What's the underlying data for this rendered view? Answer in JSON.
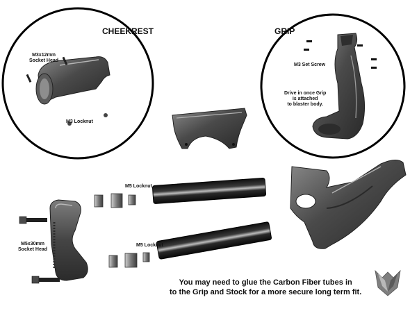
{
  "labels": {
    "cheekrest_title": "CHEEKREST",
    "grip_title": "GRIP",
    "m3x12_line1": "M3x12mm",
    "m3x12_line2": "Socket Head",
    "m3_locknut": "M3 Locknut",
    "m3_set_screw": "M3 Set Screw",
    "drive_line1": "Drive in once Grip",
    "drive_line2": "is attached",
    "drive_line3": "to blaster body.",
    "m5_locknut_top": "M5 Locknut",
    "m5_locknut_bottom": "M5 Locknut",
    "m5x30_line1": "M5x30mm",
    "m5x30_line2": "Socket Head"
  },
  "footer_note": {
    "line1": "You may need to glue the Carbon Fiber tubes in",
    "line2": "to the Grip and Stock for a more secure long term fit."
  },
  "colors": {
    "part_dark": "#3a3a3a",
    "part_mid": "#6b6b6b",
    "part_light": "#a9a9a9",
    "tube": "#1a1a1a",
    "outline": "#000000",
    "background": "#ffffff"
  },
  "icons": {
    "logo": "fox-logo-icon"
  }
}
